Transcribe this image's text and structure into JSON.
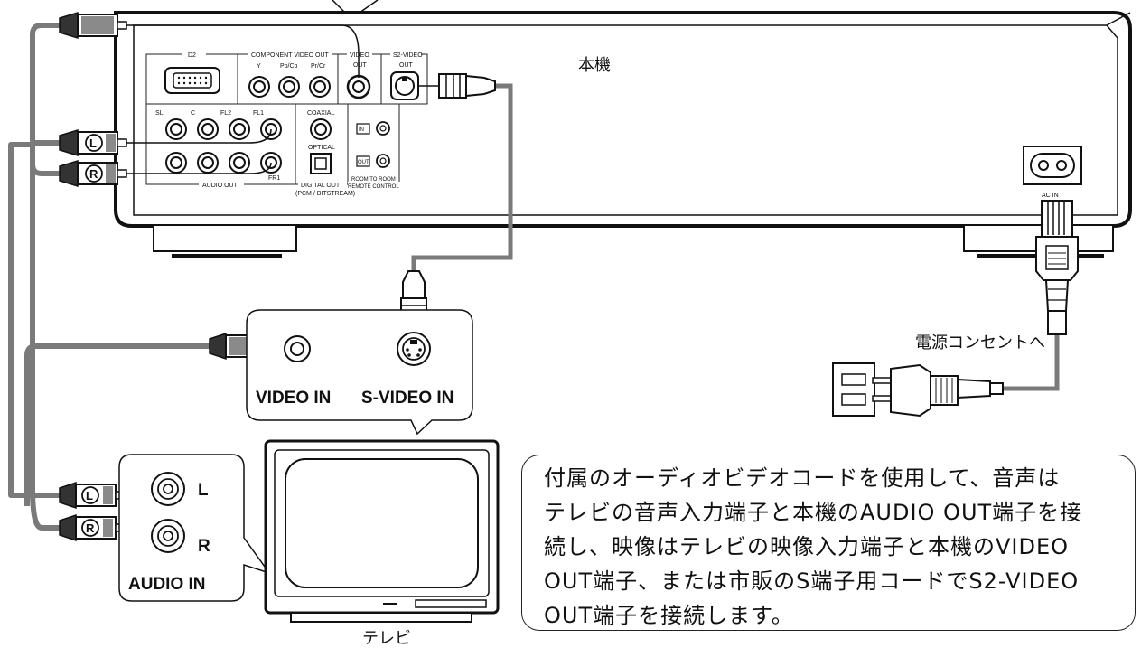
{
  "device": {
    "name": "本機",
    "ports": {
      "d2": "D2",
      "component": "COMPONENT VIDEO OUT",
      "y": "Y",
      "pb": "Pb/Cb",
      "pr": "Pr/Cr",
      "video_out": [
        "VIDEO",
        "OUT"
      ],
      "s2_video_out": [
        "S2-VIDEO",
        "OUT"
      ],
      "sl": "SL",
      "c": "C",
      "fl2": "FL2",
      "fl1": "FL1",
      "fr1": "FR1",
      "audio_out": "AUDIO OUT",
      "coaxial": "COAXIAL",
      "optical": "OPTICAL",
      "digital_out": "DIGITAL OUT",
      "pcm_bitstream": "(PCM / BITSTREAM)",
      "in": "IN",
      "out": "OUT",
      "room_to_room": "ROOM TO ROOM",
      "remote_control": "REMOTE CONTROL",
      "ac_in": "AC IN"
    }
  },
  "plug_labels": {
    "l": "L",
    "r": "R"
  },
  "tv": {
    "label": "テレビ",
    "video_in": "VIDEO IN",
    "s_video_in": "S-VIDEO IN",
    "audio_l": "L",
    "audio_r": "R",
    "audio_in": "AUDIO IN"
  },
  "power": {
    "label": "電源コンセントへ"
  },
  "note": "付属のオーディオビデオコードを使用して、音声は\nテレビの音声入力端子と本機のAUDIO OUT端子を接\n続し、映像はテレビの映像入力端子と本機のVIDEO\nOUT端子、または市販のS端子用コードでS2-VIDEO\nOUT端子を接続します。"
}
